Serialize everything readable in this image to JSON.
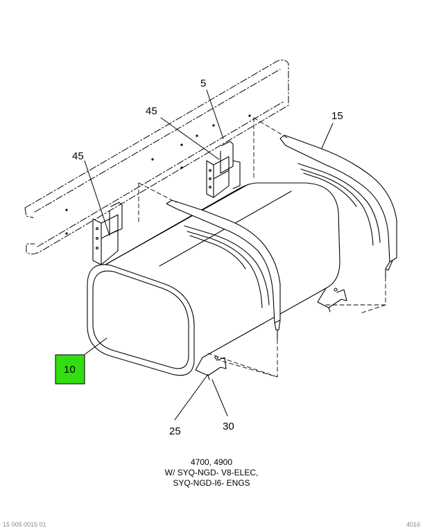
{
  "callouts": {
    "c5": "5",
    "c45a": "45",
    "c45b": "45",
    "c15": "15",
    "c10": "10",
    "c25": "25",
    "c30": "30"
  },
  "caption": {
    "line1": "4700, 4900",
    "line2": "W/ SYQ-NGD- V8-ELEC,",
    "line3": "SYQ-NGD-I6- ENGS"
  },
  "footer": {
    "left": "15 005 0015 01",
    "right": "4016"
  },
  "colors": {
    "highlight": "#33dd11",
    "line": "#000000"
  }
}
